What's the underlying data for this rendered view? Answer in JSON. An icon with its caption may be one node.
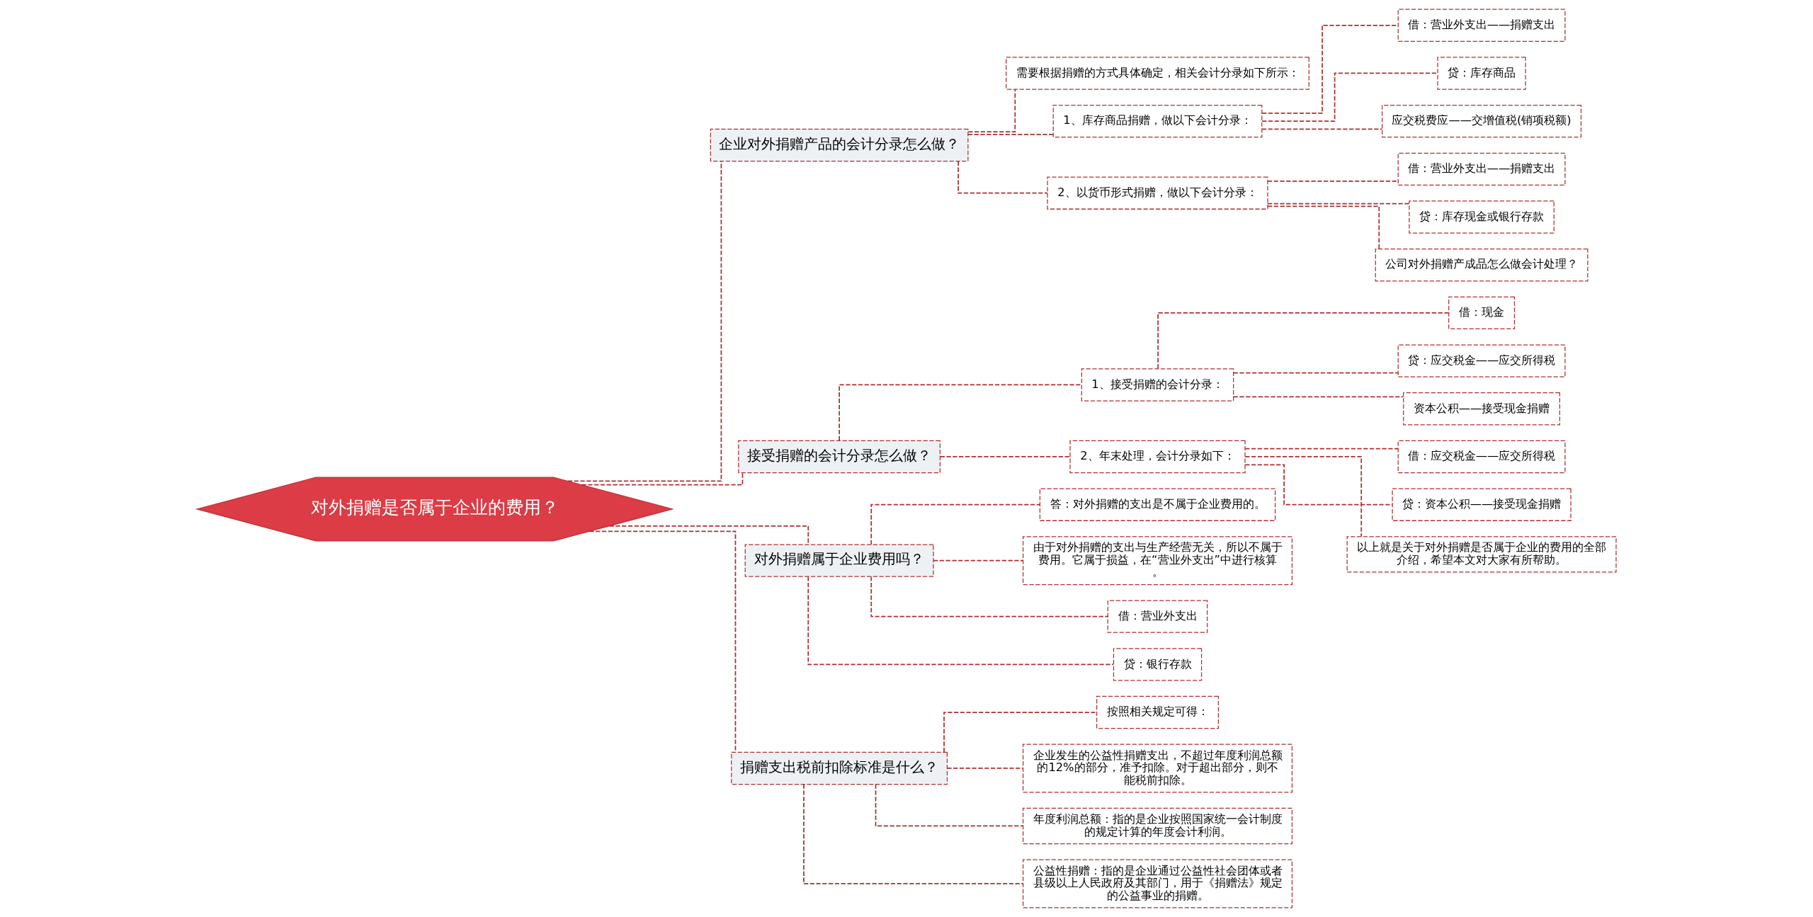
{
  "diagram": {
    "nodes": [
      {
        "text": [
          "对外捐赠是否属于企业的费用？"
        ]
      },
      {
        "text": [
          "企业对外捐赠产品的会计分录怎么做？"
        ]
      },
      {
        "text": [
          "需要根据捐赠的方式具体确定，相关会计分录如下所示："
        ]
      },
      {
        "text": [
          "1、库存商品捐赠，做以下会计分录："
        ]
      },
      {
        "text": [
          "借：营业外支出——捐赠支出"
        ]
      },
      {
        "text": [
          "贷：库存商品"
        ]
      },
      {
        "text": [
          "应交税费应——交增值税(销项税额)"
        ]
      },
      {
        "text": [
          "2、以货币形式捐赠，做以下会计分录："
        ]
      },
      {
        "text": [
          "借：营业外支出——捐赠支出"
        ]
      },
      {
        "text": [
          "贷：库存现金或银行存款"
        ]
      },
      {
        "text": [
          "公司对外捐赠产成品怎么做会计处理？"
        ]
      },
      {
        "text": [
          "接受捐赠的会计分录怎么做？"
        ]
      },
      {
        "text": [
          "1、接受捐赠的会计分录："
        ]
      },
      {
        "text": [
          "借：现金"
        ]
      },
      {
        "text": [
          "贷：应交税金——应交所得税"
        ]
      },
      {
        "text": [
          "资本公积——接受现金捐赠"
        ]
      },
      {
        "text": [
          "2、年末处理，会计分录如下："
        ]
      },
      {
        "text": [
          "借：应交税金——应交所得税"
        ]
      },
      {
        "text": [
          "贷：资本公积——接受现金捐赠"
        ]
      },
      {
        "text": [
          "以上就是关于对外捐赠是否属于企业的费用的全部介绍，希望本文对大家有所帮助。"
        ]
      },
      {
        "text": [
          "对外捐赠属于企业费用吗？"
        ]
      },
      {
        "text": [
          "答：对外捐赠的支出是不属于企业费用的。"
        ]
      },
      {
        "text": [
          "由于对外捐赠的支出与生产经营无关，所以不属于费用。它属于损益，在“营业外支出”中进行核算。"
        ]
      },
      {
        "text": [
          "借：营业外支出"
        ]
      },
      {
        "text": [
          "贷：银行存款"
        ]
      },
      {
        "text": [
          "捐赠支出税前扣除标准是什么？"
        ]
      },
      {
        "text": [
          "按照相关规定可得："
        ]
      },
      {
        "text": [
          "企业发生的公益性捐赠支出，不超过年度利润总额的12%的部分，准予扣除。对于超出部分，则不能税前扣除。"
        ]
      },
      {
        "text": [
          "年度利润总额：指的是企业按照国家统一会计制度的规定计算的年度会计利润。"
        ]
      },
      {
        "text": [
          "公益性捐赠：指的是企业通过公益性社会团体或者县级以上人民政府及其部门，用于《捐赠法》规定的公益事业的捐赠。"
        ]
      }
    ],
    "edges": [
      {
        "from": 0,
        "to": 1,
        "arrow": "none",
        "style": "dashed"
      },
      {
        "from": 1,
        "to": 2,
        "arrow": "none",
        "style": "dashed"
      },
      {
        "from": 1,
        "to": 3,
        "arrow": "none",
        "style": "dashed"
      },
      {
        "from": 3,
        "to": 4,
        "arrow": "none",
        "style": "dashed"
      },
      {
        "from": 3,
        "to": 5,
        "arrow": "none",
        "style": "dashed"
      },
      {
        "from": 3,
        "to": 6,
        "arrow": "none",
        "style": "dashed"
      },
      {
        "from": 1,
        "to": 7,
        "arrow": "none",
        "style": "dashed"
      },
      {
        "from": 7,
        "to": 8,
        "arrow": "none",
        "style": "dashed"
      },
      {
        "from": 7,
        "to": 9,
        "arrow": "none",
        "style": "dashed"
      },
      {
        "from": 7,
        "to": 10,
        "arrow": "none",
        "style": "dashed"
      },
      {
        "from": 0,
        "to": 11,
        "arrow": "none",
        "style": "dashed"
      },
      {
        "from": 11,
        "to": 12,
        "arrow": "none",
        "style": "dashed"
      },
      {
        "from": 12,
        "to": 13,
        "arrow": "none",
        "style": "dashed"
      },
      {
        "from": 12,
        "to": 14,
        "arrow": "none",
        "style": "dashed"
      },
      {
        "from": 12,
        "to": 15,
        "arrow": "none",
        "style": "dashed"
      },
      {
        "from": 11,
        "to": 16,
        "arrow": "none",
        "style": "dashed"
      },
      {
        "from": 16,
        "to": 17,
        "arrow": "none",
        "style": "dashed"
      },
      {
        "from": 16,
        "to": 18,
        "arrow": "none",
        "style": "dashed"
      },
      {
        "from": 16,
        "to": 19,
        "arrow": "none",
        "style": "dashed"
      },
      {
        "from": 0,
        "to": 20,
        "arrow": "none",
        "style": "dashed"
      },
      {
        "from": 20,
        "to": 21,
        "arrow": "none",
        "style": "dashed"
      },
      {
        "from": 20,
        "to": 22,
        "arrow": "none",
        "style": "dashed"
      },
      {
        "from": 20,
        "to": 23,
        "arrow": "none",
        "style": "dashed"
      },
      {
        "from": 20,
        "to": 24,
        "arrow": "none",
        "style": "dashed"
      },
      {
        "from": 0,
        "to": 25,
        "arrow": "none",
        "style": "dashed"
      },
      {
        "from": 25,
        "to": 26,
        "arrow": "none",
        "style": "dashed"
      },
      {
        "from": 25,
        "to": 27,
        "arrow": "none",
        "style": "dashed"
      },
      {
        "from": 25,
        "to": 28,
        "arrow": "none",
        "style": "dashed"
      },
      {
        "from": 25,
        "to": 29,
        "arrow": "none",
        "style": "dashed"
      }
    ]
  }
}
